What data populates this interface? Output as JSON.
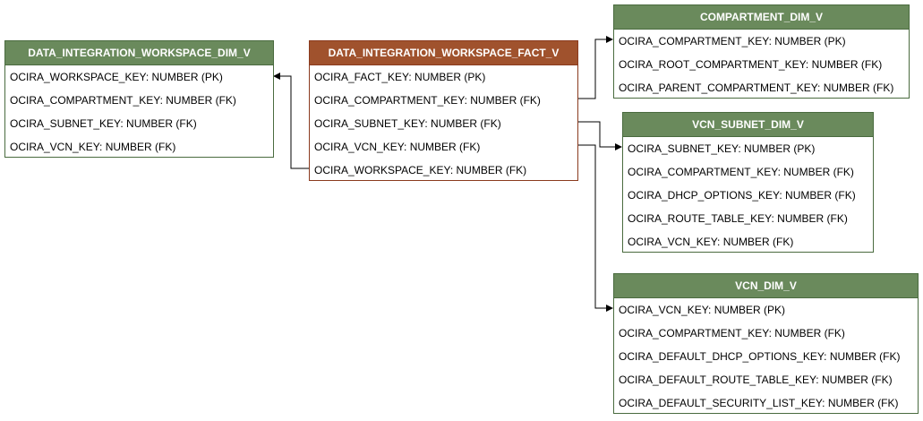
{
  "colors": {
    "dim_header": "#6a8a5c",
    "fact_header": "#a0522d",
    "connector": "#000000"
  },
  "entities": {
    "workspace_dim": {
      "title": "DATA_INTEGRATION_WORKSPACE_DIM_V",
      "rows": [
        "OCIRA_WORKSPACE_KEY: NUMBER (PK)",
        "OCIRA_COMPARTMENT_KEY: NUMBER (FK)",
        "OCIRA_SUBNET_KEY: NUMBER (FK)",
        "OCIRA_VCN_KEY: NUMBER (FK)"
      ]
    },
    "workspace_fact": {
      "title": "DATA_INTEGRATION_WORKSPACE_FACT_V",
      "rows": [
        "OCIRA_FACT_KEY: NUMBER (PK)",
        "OCIRA_COMPARTMENT_KEY: NUMBER (FK)",
        "OCIRA_SUBNET_KEY: NUMBER (FK)",
        "OCIRA_VCN_KEY: NUMBER (FK)",
        "OCIRA_WORKSPACE_KEY: NUMBER (FK)"
      ]
    },
    "compartment_dim": {
      "title": "COMPARTMENT_DIM_V",
      "rows": [
        "OCIRA_COMPARTMENT_KEY: NUMBER (PK)",
        "OCIRA_ROOT_COMPARTMENT_KEY: NUMBER (FK)",
        "OCIRA_PARENT_COMPARTMENT_KEY: NUMBER (FK)"
      ]
    },
    "vcn_subnet_dim": {
      "title": "VCN_SUBNET_DIM_V",
      "rows": [
        "OCIRA_SUBNET_KEY: NUMBER (PK)",
        "OCIRA_COMPARTMENT_KEY: NUMBER (FK)",
        "OCIRA_DHCP_OPTIONS_KEY: NUMBER (FK)",
        "OCIRA_ROUTE_TABLE_KEY: NUMBER (FK)",
        "OCIRA_VCN_KEY: NUMBER (FK)"
      ]
    },
    "vcn_dim": {
      "title": "VCN_DIM_V",
      "rows": [
        "OCIRA_VCN_KEY: NUMBER (PK)",
        "OCIRA_COMPARTMENT_KEY: NUMBER (FK)",
        "OCIRA_DEFAULT_DHCP_OPTIONS_KEY: NUMBER (FK)",
        "OCIRA_DEFAULT_ROUTE_TABLE_KEY: NUMBER (FK)",
        "OCIRA_DEFAULT_SECURITY_LIST_KEY: NUMBER (FK)"
      ]
    }
  },
  "relationships": [
    {
      "from": "workspace_fact",
      "from_row": 4,
      "to": "workspace_dim",
      "to_row": 0
    },
    {
      "from": "workspace_fact",
      "from_row": 1,
      "to": "compartment_dim",
      "to_row": 0
    },
    {
      "from": "workspace_fact",
      "from_row": 2,
      "to": "vcn_subnet_dim",
      "to_row": 0
    },
    {
      "from": "workspace_fact",
      "from_row": 3,
      "to": "vcn_dim",
      "to_row": 0
    }
  ]
}
